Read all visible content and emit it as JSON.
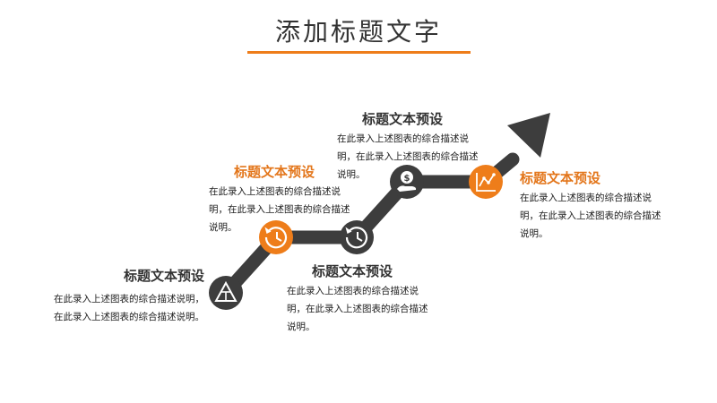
{
  "slide": {
    "title": "添加标题文字",
    "colors": {
      "accent": "#ee7d1a",
      "dark": "#3d3d3d",
      "text": "#333333"
    }
  },
  "steps": [
    {
      "heading": "标题文本预设",
      "body": "在此录入上述图表的综合描述说明，在此录入上述图表的综合描述说明。",
      "icon": "triangle-icon",
      "color": "dark"
    },
    {
      "heading": "标题文本预设",
      "body": "在此录入上述图表的综合描述说明，在此录入上述图表的综合描述说明。",
      "icon": "clock-rewind-icon",
      "color": "orange"
    },
    {
      "heading": "标题文本预设",
      "body": "在此录入上述图表的综合描述说明，在此录入上述图表的综合描述说明。",
      "icon": "clock-rewind-icon",
      "color": "dark"
    },
    {
      "heading": "标题文本预设",
      "body": "在此录入上述图表的综合描述说明，在此录入上述图表的综合描述说明。",
      "icon": "money-hand-icon",
      "color": "dark"
    },
    {
      "heading": "标题文本预设",
      "body": "在此录入上述图表的综合描述说明，在此录入上述图表的综合描述说明。",
      "icon": "line-chart-icon",
      "color": "orange"
    }
  ]
}
